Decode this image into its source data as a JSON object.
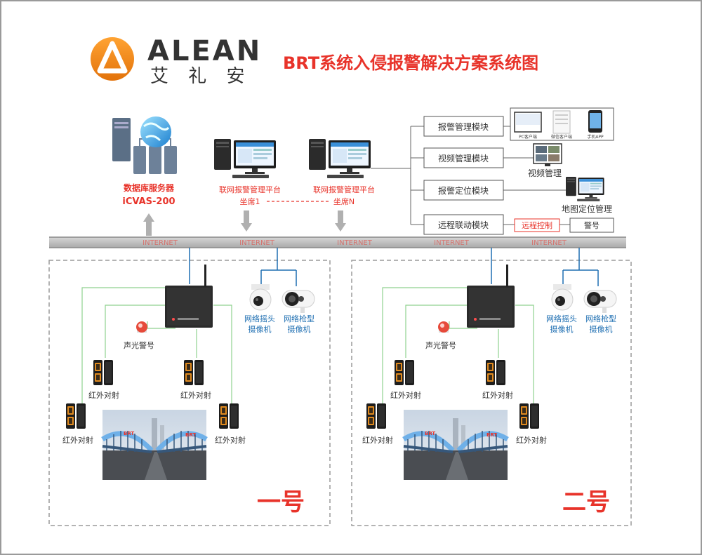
{
  "brand": {
    "name_en": "ALEAN",
    "name_cn": "艾 礼 安",
    "title": "BRT系统入侵报警解决方案系统图",
    "colors": {
      "orange": "#f08a1c",
      "title_red": "#e8332a",
      "label_red": "#e8332a",
      "net_blue": "#1f6fb2",
      "wire_green": "#8fd18f",
      "bus_gray": "#bdbdbd"
    }
  },
  "top": {
    "db_server": {
      "name": "数据库服务器",
      "model": "iCVAS-200"
    },
    "seat1": {
      "line1": "联网报警管理平台",
      "line2": "坐席1"
    },
    "seatN": {
      "line1": "联网报警管理平台",
      "line2": "坐席N"
    }
  },
  "modules": {
    "alarm": "报警管理模块",
    "video": "视频管理模块",
    "locate": "报警定位模块",
    "remote": "远程联动模块"
  },
  "clients": {
    "pc": "PC客户端",
    "web": "微信客户端",
    "app": "手机APP"
  },
  "outputs": {
    "video_mgmt": "视频管理",
    "map_mgmt": "地图定位管理",
    "remote_ctrl": "远程控制",
    "siren": "警号"
  },
  "network": {
    "label": "INTERNET",
    "count": 5
  },
  "site1": {
    "title": "一号",
    "siren_label": "声光警号",
    "ir_label": "红外对射",
    "dome_cam": {
      "line1": "网络摇头",
      "line2": "摄像机"
    },
    "bullet_cam": {
      "line1": "网络枪型",
      "line2": "摄像机"
    },
    "bridge_tags": [
      "BRT",
      "BRT"
    ]
  },
  "site2": {
    "title": "二号",
    "siren_label": "声光警号",
    "ir_label": "红外对射",
    "dome_cam": {
      "line1": "网络摇头",
      "line2": "摄像机"
    },
    "bullet_cam": {
      "line1": "网络枪型",
      "line2": "摄像机"
    },
    "bridge_tags": [
      "BRT",
      "BRT"
    ]
  },
  "icons": [
    "logo-icon",
    "server-icon",
    "globe-icon",
    "pc-icon",
    "alarm-host-icon",
    "siren-icon",
    "ir-beam-icon",
    "dome-camera-icon",
    "bullet-camera-icon",
    "phone-icon",
    "bridge-photo"
  ]
}
